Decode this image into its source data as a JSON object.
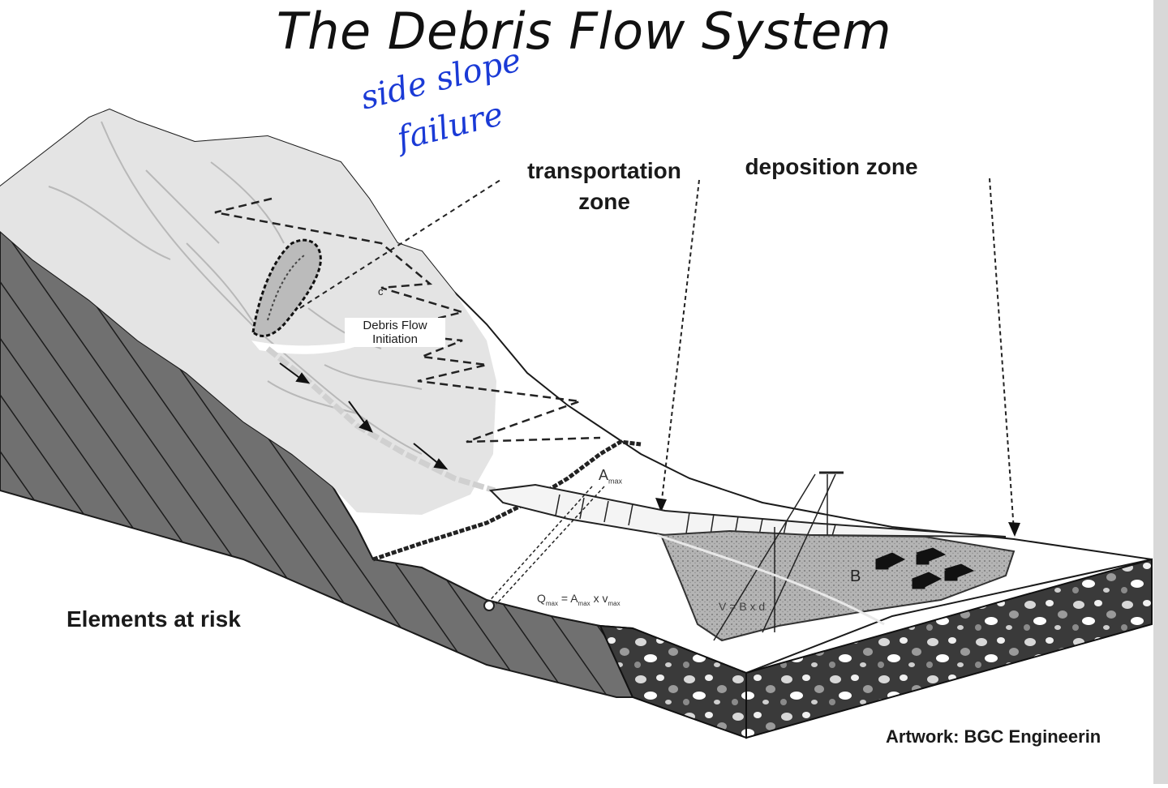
{
  "title": "The Debris Flow System",
  "annotations": {
    "handwritten_line1": "side slope",
    "handwritten_line2": "failure"
  },
  "labels": {
    "transportation_zone_line1": "transportation",
    "transportation_zone_line2": "zone",
    "deposition_zone": "deposition zone",
    "initiation_line1": "Debris Flow",
    "initiation_line2": "Initiation",
    "elements_at_risk": "Elements at risk",
    "credit": "Artwork: BGC Engineerin",
    "area_label": "A",
    "area_sub": "max",
    "discharge_formula": "Q",
    "discharge_formula_rest": "= A",
    "discharge_formula_tail": "x v",
    "volume_formula": "V = B x d",
    "deposit_label": "B",
    "point_label": "c"
  },
  "colors": {
    "hillside": "#e4e4e4",
    "cross_section": "#6e6e6e",
    "deposit": "#bdbdbd",
    "handwriting": "#1a3ad6"
  }
}
